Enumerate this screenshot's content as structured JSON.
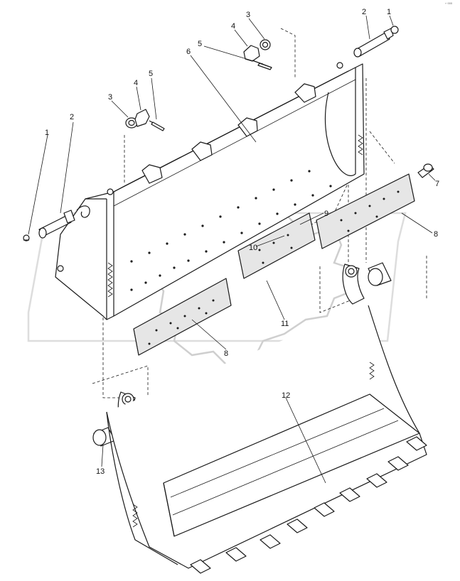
{
  "callouts": [
    "1",
    "2",
    "3",
    "4",
    "5",
    "6",
    "7",
    "8",
    "9",
    "10",
    "11",
    "12",
    "13"
  ],
  "corner_tag": "⌐ 000"
}
